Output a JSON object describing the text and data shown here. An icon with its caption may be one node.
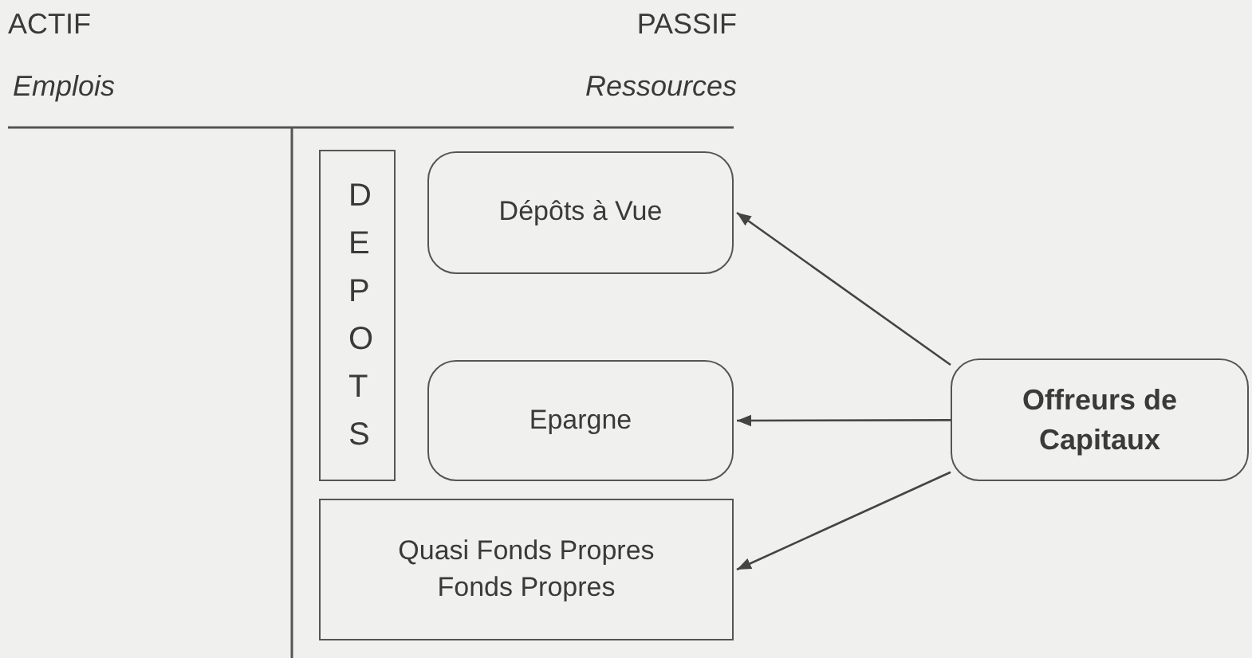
{
  "diagram": {
    "nodes": [
      {
        "text": [
          "DEPOTS"
        ]
      },
      {
        "text": [
          "Dépôts à Vue"
        ]
      },
      {
        "text": [
          "Epargne"
        ]
      },
      {
        "text": [
          "Quasi Fonds Propres",
          "Fonds Propres"
        ]
      },
      {
        "text": [
          "Offreurs de Capitaux"
        ]
      }
    ],
    "edges": [
      {
        "from": 4,
        "to": 1,
        "arrow": "to"
      },
      {
        "from": 4,
        "to": 2,
        "arrow": "to"
      },
      {
        "from": 4,
        "to": 3,
        "arrow": "to"
      }
    ],
    "labels": [
      "ACTIF",
      "PASSIF",
      "Emplois",
      "Ressources"
    ]
  }
}
